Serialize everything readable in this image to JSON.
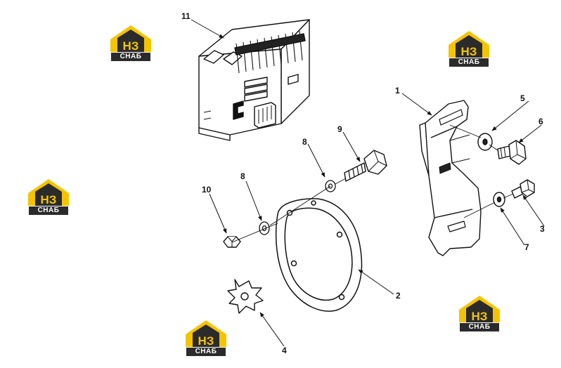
{
  "callouts": {
    "c1": "1",
    "c2": "2",
    "c3": "3",
    "c4": "4",
    "c5": "5",
    "c6": "6",
    "c7": "7",
    "c8a": "8",
    "c8b": "8",
    "c9": "9",
    "c10": "10",
    "c11": "11"
  },
  "watermark": {
    "text": "СНАБ",
    "mark": "НЗ",
    "colors": {
      "yellow": "#f5c400",
      "dark": "#2b2b2b"
    }
  }
}
